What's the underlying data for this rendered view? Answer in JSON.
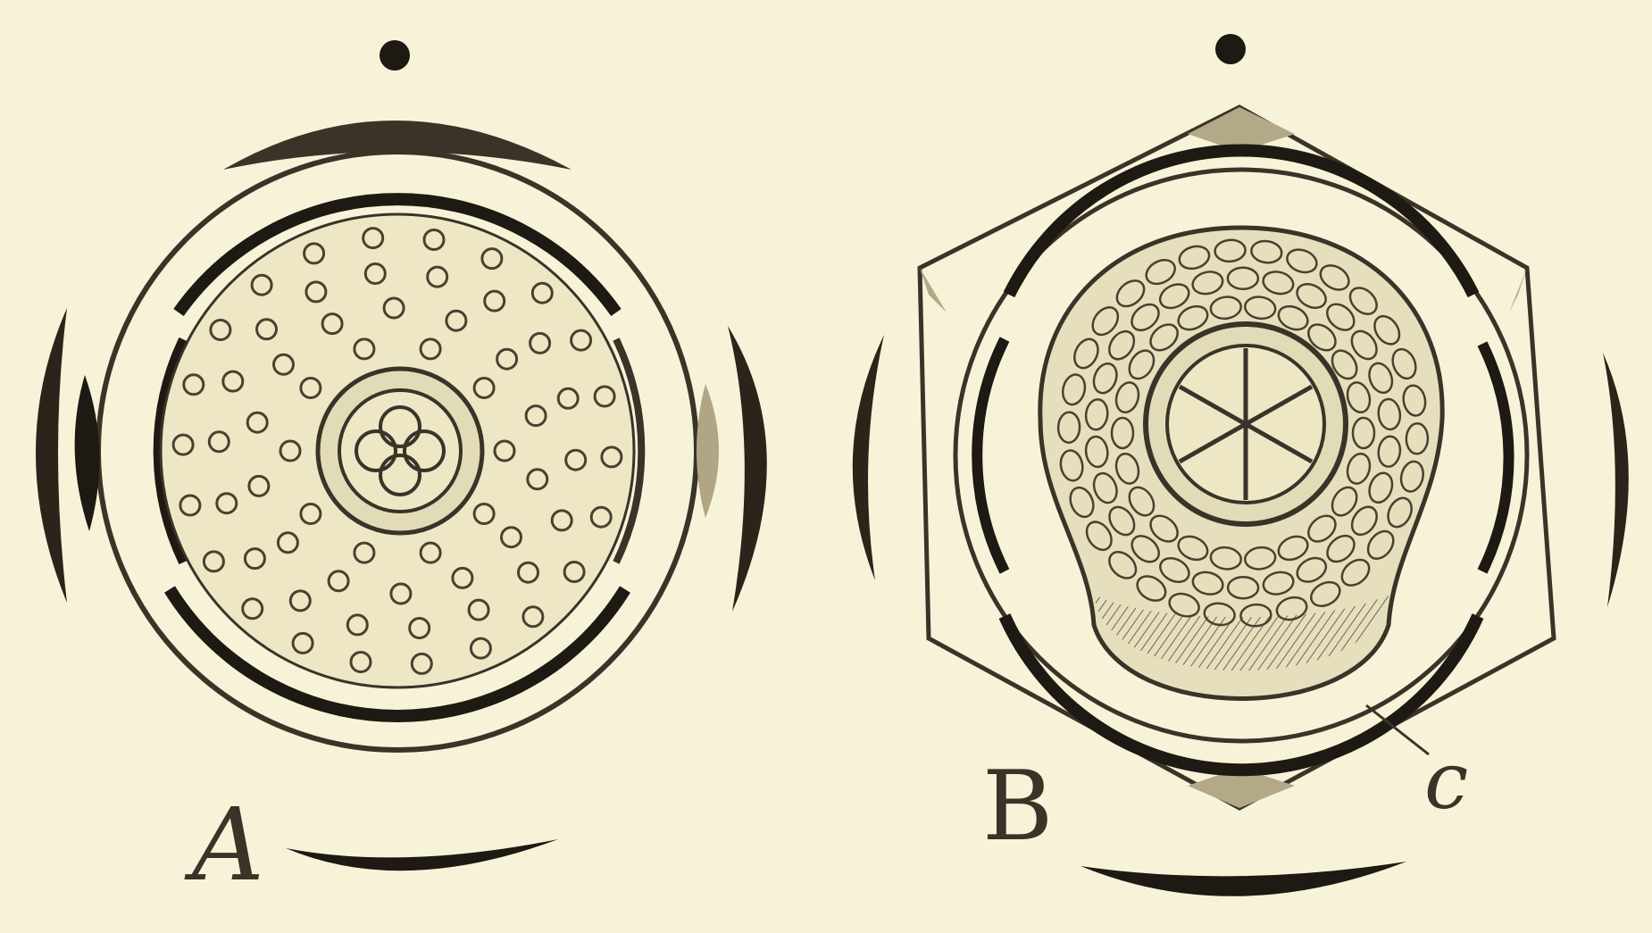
{
  "figure": {
    "label_a": "A",
    "label_b": "B",
    "label_c": "c"
  },
  "colors": {
    "paper": "#f7f3d9",
    "ink": "#3a3328",
    "ink_dark": "#1e1912",
    "disc_fill": "#ede7c6",
    "shade": "#8a7c63"
  }
}
